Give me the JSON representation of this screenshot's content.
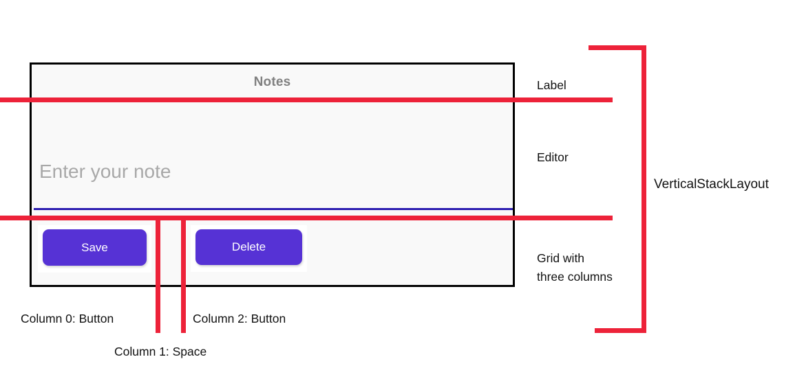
{
  "app": {
    "label": "Notes",
    "editor_placeholder": "Enter your note",
    "buttons": {
      "save": "Save",
      "delete": "Delete"
    }
  },
  "annotations": {
    "label_row": "Label",
    "editor_row": "Editor",
    "grid_row_line1": "Grid with",
    "grid_row_line2": "three columns",
    "stack_layout": "VerticalStackLayout",
    "column0": "Column 0: Button",
    "column1": "Column 1: Space",
    "column2": "Column 2: Button"
  },
  "colors": {
    "annotation_red": "#ED2239",
    "button_purple": "#5632D5",
    "editor_underline": "#2B1BB0",
    "label_gray": "#808080",
    "placeholder_gray": "#A8A8A8",
    "card_background": "#F9F9F9",
    "card_border": "#000000"
  }
}
